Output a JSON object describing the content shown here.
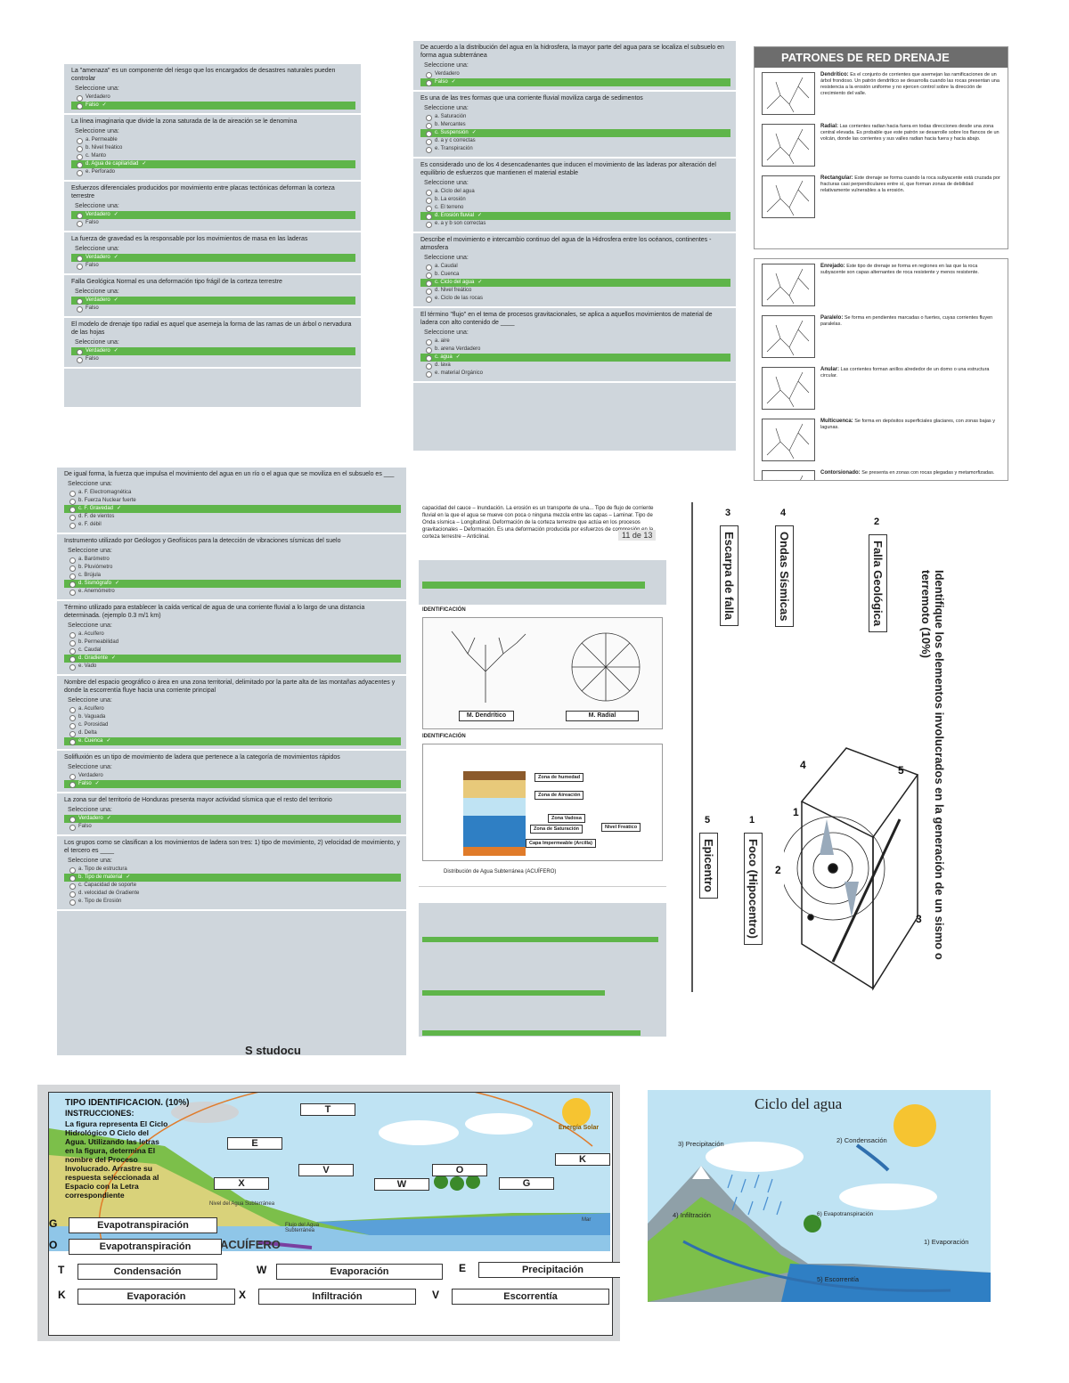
{
  "quiz_left_top": [
    {
      "q": "La \"amenaza\" es un componente del riesgo que los encargados de desastres naturales pueden controlar",
      "opts": [
        "Verdadero",
        "Falso"
      ],
      "ok": 1
    },
    {
      "q": "La línea imaginaria que divide la zona saturada de la de aireación se le denomina",
      "opts": [
        "a. Permeable",
        "b. Nivel freático",
        "c. Manto",
        "d. Agua de capilaridad",
        "e. Perforado"
      ],
      "ok": 3
    },
    {
      "q": "Esfuerzos diferenciales producidos por movimiento entre placas tectónicas deforman la corteza terrestre",
      "opts": [
        "Verdadero",
        "Falso"
      ],
      "ok": 0
    },
    {
      "q": "La fuerza de gravedad es la responsable por los movimientos de masa en las laderas",
      "opts": [
        "Verdadero",
        "Falso"
      ],
      "ok": 0
    },
    {
      "q": "Falla Geológica Normal es una deformación tipo frágil de la corteza terrestre",
      "opts": [
        "Verdadero",
        "Falso"
      ],
      "ok": 0
    },
    {
      "q": "El modelo de drenaje tipo radial es aquel que asemeja la forma de las ramas de un árbol o nervadura de las hojas",
      "opts": [
        "Verdadero",
        "Falso"
      ],
      "ok": 0
    }
  ],
  "quiz_mid_top": [
    {
      "q": "De acuerdo a la distribución del agua en la hidrosfera, la mayor parte del agua para se localiza el subsuelo en forma agua subterránea",
      "opts": [
        "Verdadero",
        "Falso"
      ],
      "ok": 1
    },
    {
      "q": "Es una de las tres formas que una corriente fluvial moviliza carga de sedimentos",
      "opts": [
        "a. Saturación",
        "b. Mercantes",
        "c. Suspensión",
        "d. a y c correctas",
        "e. Transpiración"
      ],
      "ok": 2
    },
    {
      "q": "Es considerado uno de los 4 desencadenantes que inducen el movimiento de las laderas por alteración del equilibrio de esfuerzos que mantienen el material estable",
      "opts": [
        "a. Ciclo del agua",
        "b. La erosión",
        "c. El terreno",
        "d. Erosión fluvial",
        "e. a y b son correctas"
      ],
      "ok": 3
    },
    {
      "q": "Describe el movimiento e intercambio continuo del agua de la Hidrosfera entre los océanos, continentes - atmosfera",
      "opts": [
        "a. Caudal",
        "b. Cuenca",
        "c. Ciclo del agua",
        "d. Nivel freático",
        "e. Ciclo de las rocas"
      ],
      "ok": 2
    },
    {
      "q": "El término \"flujo\" en el tema de procesos gravitacionales, se aplica a aquellos movimientos de material de ladera con alto contenido de ____",
      "opts": [
        "a. aire",
        "b. arena Verdadero",
        "c. agua",
        "d. lava",
        "e. material Orgánico"
      ],
      "ok": 2
    }
  ],
  "drainage": {
    "title": "PATRONES DE RED DRENAJE",
    "items": [
      {
        "name": "Dendrítico:",
        "text": "Es el conjunto de corrientes que asemejan las ramificaciones de un árbol frondoso. Un patrón dendrítico se desarrolla cuando las rocas presentan una resistencia a la erosión uniforme y no ejercen control sobre la dirección de crecimiento del valle."
      },
      {
        "name": "Radial:",
        "text": "Las corrientes radian hacia fuera en todas direcciones desde una zona central elevada. Es probable que este patrón se desarrolle sobre los flancos de un volcán, donde las corrientes y sus valles radian hacia fuera y hacia abajo."
      },
      {
        "name": "Rectangular:",
        "text": "Este drenaje se forma cuando la roca subyacente está cruzada por fracturas casi perpendiculares entre sí, que forman zonas de debilidad relativamente vulnerables a la erosión."
      }
    ],
    "items2": [
      {
        "name": "Enrejado:",
        "text": "Este tipo de drenaje se forma en regiones en las que la roca subyacente son capas alternantes de roca resistente y menos resistente."
      },
      {
        "name": "Paralelo:",
        "text": "Se forma en pendientes marcadas o fuertes, cuyas corrientes fluyen paralelas."
      },
      {
        "name": "Anular:",
        "text": "Las corrientes forman anillos alrededor de un domo o una estructura circular."
      },
      {
        "name": "Multicuenca:",
        "text": "Se forma en depósitos superficiales glaciares, con zonas bajas y lagunas."
      },
      {
        "name": "Contorsionado:",
        "text": "Se presenta en zonas con rocas plegadas y metamorfizadas."
      }
    ]
  },
  "quiz_left_bottom": [
    {
      "q": "De igual forma, la fuerza que impulsa el movimiento del agua en un río o el agua que se moviliza en el subsuelo es ___",
      "opts": [
        "a. F. Electromagnética",
        "b. Fuerza Nuclear fuerte",
        "c. F. Gravedad",
        "d. F. de vientos",
        "e. F. débil"
      ],
      "ok": 2
    },
    {
      "q": "Instrumento utilizado por Geólogos y Geofísicos para la detección de vibraciones sísmicas del suelo",
      "opts": [
        "a. Barómetro",
        "b. Pluviómetro",
        "c. Brújula",
        "d. Sismógrafo",
        "e. Anemómetro"
      ],
      "ok": 3
    },
    {
      "q": "Término utilizado para establecer la caída vertical de agua de una corriente fluvial a lo largo de una distancia determinada. (ejemplo 0.3 m/1 km)",
      "opts": [
        "a. Acuífero",
        "b. Permeabilidad",
        "c. Caudal",
        "d. Gradiente",
        "e. Vado"
      ],
      "ok": 3
    },
    {
      "q": "Nombre del espacio geográfico o área en una zona territorial, delimitado por la parte alta de las montañas adyacentes y donde la escorrentía fluye hacia una corriente principal",
      "opts": [
        "a. Acuífero",
        "b. Vaguada",
        "c. Porosidad",
        "d. Delta",
        "e. Cuenca"
      ],
      "ok": 4
    },
    {
      "q": "Solifluxión es un tipo de movimiento de ladera que pertenece a la categoría de movimientos rápidos",
      "opts": [
        "Verdadero",
        "Falso"
      ],
      "ok": 1
    },
    {
      "q": "La zona sur del territorio de Honduras presenta mayor actividad sísmica que el resto del territorio",
      "opts": [
        "Verdadero",
        "Falso"
      ],
      "ok": 0
    },
    {
      "q": "Los grupos como se clasifican a los movimientos de ladera son tres: 1) tipo de movimiento, 2) velocidad de movimiento, y el tercero es ____",
      "opts": [
        "a. Tipo de estructura",
        "b. Tipo de material",
        "c. Capacidad de soporte",
        "d. velocidad de Gradiente",
        "e. Tipo de Erosión"
      ],
      "ok": 1
    }
  ],
  "studocu": "studocu",
  "middle_doc": {
    "page_num": "11 de 13",
    "para": "capacidad del cauce – Inundación. La erosión es un transporte de una... Tipo de flujo de corriente fluvial en la que el agua se mueve con poca o ninguna mezcla entre las capas – Laminar. Tipo de Onda sísmica – Longitudinal. Deformación de la corteza terrestre que actúa en los procesos gravitacionales – Deformación. Es una deformación producida por esfuerzos de compresión en la corteza terrestre – Anticlinal.",
    "section1": "IDENTIFICACIÓN",
    "drain_left": "M. Dendrítico",
    "drain_right": "M. Radial",
    "section2": "IDENTIFICACIÓN",
    "zones": [
      "Zona de humedad",
      "Zona de Aireación",
      "Zona Vadosa",
      "Zona de Saturación",
      "Nivel Freático",
      "Capa Impermeable (Arcilla)"
    ],
    "caption": "Distribución de Agua Subterránea (ACUÍFERO)"
  },
  "seismic": {
    "title": "Identifique los elementos involucrados en la generación de un sismo o terremoto (10%)",
    "labels": [
      {
        "num": "3",
        "text": "Escarpa de falla"
      },
      {
        "num": "4",
        "text": "Ondas Sísmicas"
      },
      {
        "num": "2",
        "text": "Falla Geológica"
      },
      {
        "num": "5",
        "text": "Epicentro"
      },
      {
        "num": "1",
        "text": "Foco (Hipocentro)"
      }
    ],
    "diagram_nums": [
      "5",
      "4",
      "1",
      "2",
      "3"
    ]
  },
  "water_cycle_quiz": {
    "title": "TIPO IDENTIFICACION. (10%)",
    "instructions_head": "INSTRUCCIONES:",
    "instructions": "La figura representa El Ciclo Hidrológico O Ciclo del Agua. Utilizando las letras en la figura, determina El nombre del Proceso Involucrado. Arrastre su respuesta seleccionada al Espacio con la Letra correspondiente",
    "energy": "Energía Solar",
    "water_table": "Nivel del Agua Subterránea",
    "sea": "Mar",
    "aquifer": "ACUÍFERO",
    "flow": "Flujo del Agua Subterránea",
    "letters_in_figure": [
      "T",
      "E",
      "K",
      "V",
      "X",
      "W",
      "O",
      "G"
    ],
    "answers": [
      {
        "letter": "G",
        "text": "Evapotranspiración"
      },
      {
        "letter": "O",
        "text": "Evapotranspiración"
      },
      {
        "letter": "T",
        "text": "Condensación"
      },
      {
        "letter": "W",
        "text": "Evaporación"
      },
      {
        "letter": "E",
        "text": "Precipitación"
      },
      {
        "letter": "K",
        "text": "Evaporación"
      },
      {
        "letter": "X",
        "text": "Infiltración"
      },
      {
        "letter": "V",
        "text": "Escorrentía"
      }
    ]
  },
  "water_cycle": {
    "title": "Ciclo del agua",
    "labels": [
      "3) Precipitación",
      "2) Condensación",
      "4) Infiltración",
      "6) Evapotranspiración",
      "1) Evaporación",
      "5) Escorrentía"
    ]
  },
  "colors": {
    "panel": "#cfd6dc",
    "correct": "#5fb54a",
    "sky": "#bfe3f3"
  }
}
